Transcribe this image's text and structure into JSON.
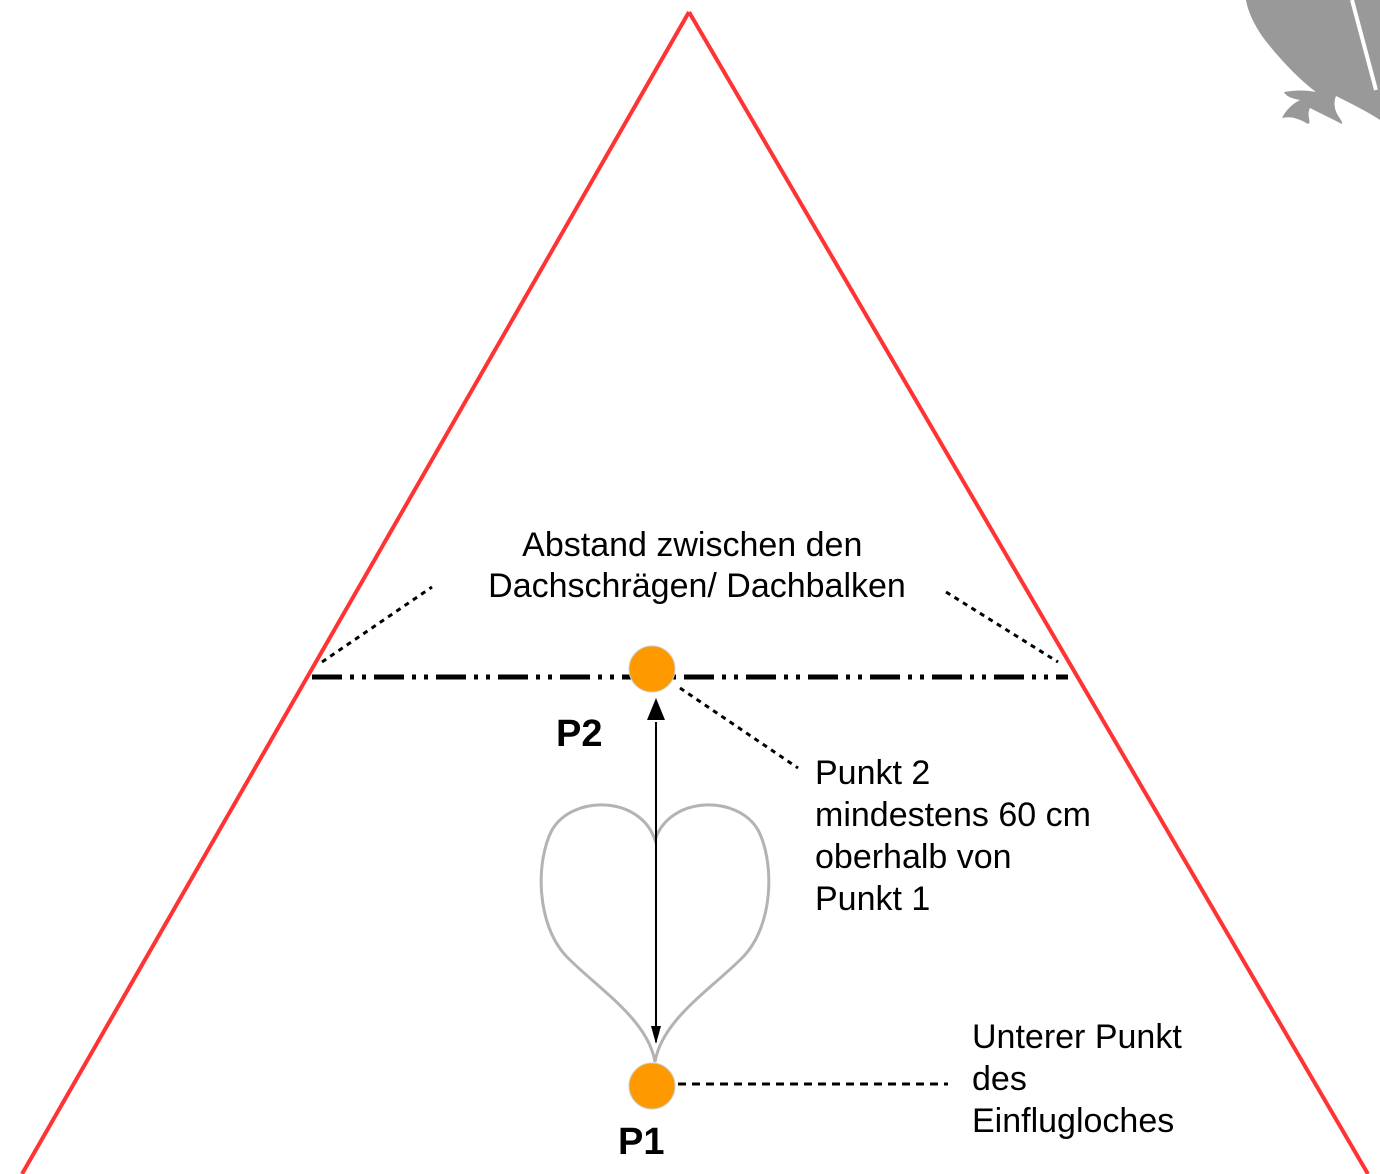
{
  "labels": {
    "beam_distance": [
      "Abstand zwischen den",
      "Dachschrägen/ Dachbalken"
    ],
    "point2_note": [
      "Punkt 2",
      "mindestens 60 cm",
      "oberhalb von",
      "Punkt 1"
    ],
    "point1_note": [
      "Unterer Punkt",
      "des",
      "Einflugloches"
    ],
    "p1": "P1",
    "p2": "P2"
  },
  "colors": {
    "roof": "#ff3333",
    "point": "#ff9900",
    "point_outline": "#cccccc",
    "heart": "#b3b3b3",
    "lines": "#000000",
    "owl": "#999999"
  },
  "icons": {
    "owl": "owl-silhouette-icon",
    "heart": "heart-shape-icon"
  }
}
